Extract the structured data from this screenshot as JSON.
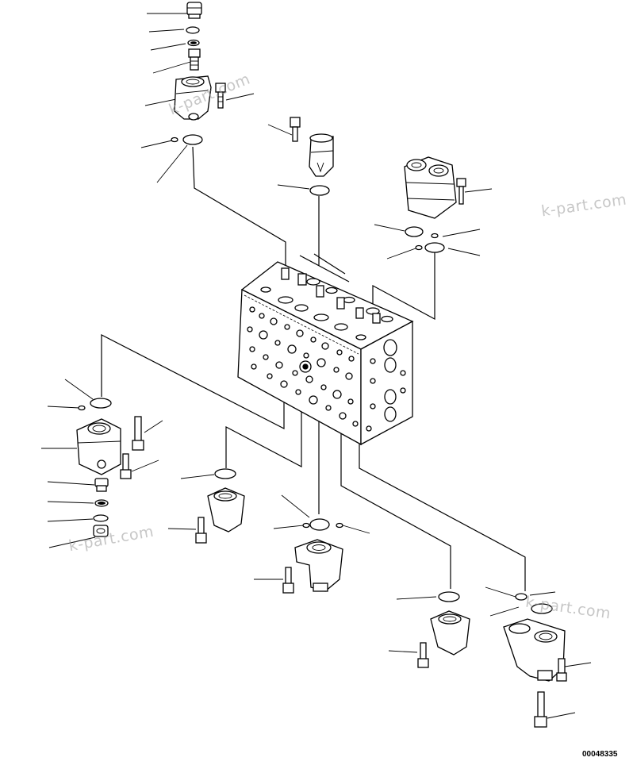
{
  "drawing_code": "00048335",
  "watermarks": [
    {
      "text": "k-part.com"
    },
    {
      "text": "k-part.com"
    },
    {
      "text": "k-part.com"
    },
    {
      "text": "k-part.com"
    }
  ],
  "icons": [
    "valve-block-icon",
    "valve-cover-icon",
    "o-ring-icon",
    "bolt-icon",
    "plug-icon"
  ]
}
